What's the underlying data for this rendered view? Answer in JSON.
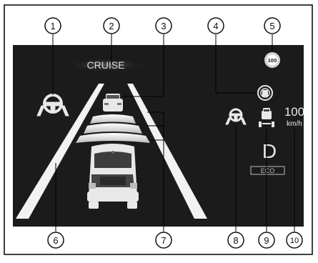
{
  "callouts": [
    "1",
    "2",
    "3",
    "4",
    "5",
    "6",
    "7",
    "8",
    "9",
    "10"
  ],
  "display": {
    "mode_label": "CRUISE",
    "speed_limit_sign": "100",
    "set_speed_value": "100",
    "set_speed_unit": "km/h",
    "gear": "D",
    "drive_mode": "ECO"
  },
  "colors": {
    "screen_background": "#1b1b1b",
    "screen_glow": "#3a3a3a",
    "lane_line": "#f2f2f2",
    "vehicle_fill": "#e8e8e8",
    "callout_stroke": "#111111",
    "sign_ring": "#d4d4d4",
    "sign_face": "#ffffff"
  }
}
